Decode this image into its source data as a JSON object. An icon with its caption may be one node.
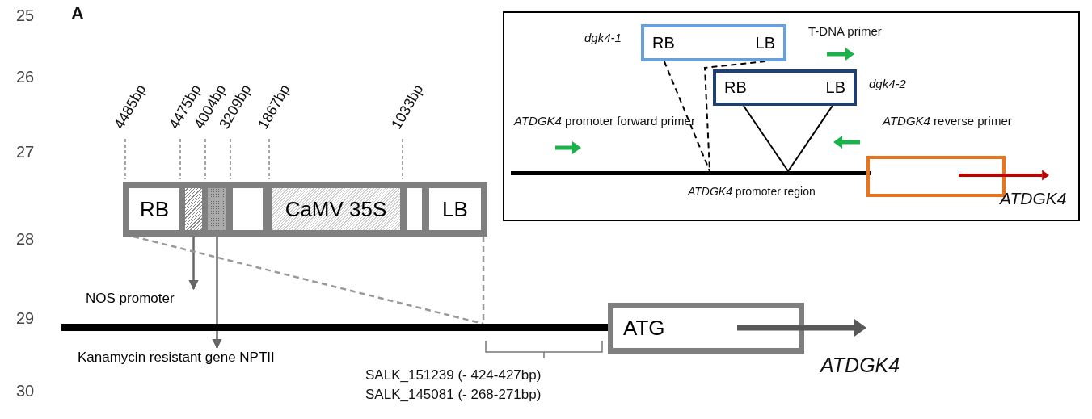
{
  "diagram": {
    "nodes": [
      {
        "text": [],
        "shape": "box"
      },
      {
        "text": [
          "RB"
        ],
        "in": 0
      },
      {
        "text": [],
        "shape": "box",
        "in": 0
      },
      {
        "text": [],
        "shape": "box",
        "in": 0
      },
      {
        "text": [],
        "shape": "box",
        "in": 0
      },
      {
        "text": [
          "CaMV 35S"
        ],
        "in": 0
      },
      {
        "text": [],
        "shape": "box",
        "in": 0
      },
      {
        "text": [
          "LB"
        ],
        "in": 0
      },
      {
        "text": [
          "NOS promoter"
        ]
      },
      {
        "text": [
          "Kanamycin resistant gene NPTII"
        ]
      },
      {
        "text": [],
        "shape": "bar"
      },
      {
        "text": [
          "ATG"
        ]
      },
      {
        "text": [],
        "shape": "box"
      },
      {
        "text": [
          "RB",
          "LB"
        ],
        "beside": [
          "dgk4-1"
        ],
        "in": 12
      },
      {
        "text": [
          "RB",
          "LB"
        ],
        "beside": [
          "dgk4-2"
        ],
        "in": 12
      },
      {
        "text": [],
        "shape": "bar",
        "in": 12
      },
      {
        "text": [],
        "shape": "box",
        "in": 12
      }
    ],
    "edges": [
      {
        "from": 2,
        "to": 8,
        "arrow": "to",
        "color": "#666666"
      },
      {
        "from": 3,
        "to": 9,
        "arrow": "to",
        "color": "#666666"
      },
      {
        "from": 0,
        "to": 10,
        "arrow": "none",
        "style": "dashed",
        "color": "#999999"
      },
      {
        "from": 0,
        "to": 10,
        "arrow": "none",
        "style": "dashed",
        "color": "#999999"
      },
      {
        "from": 13,
        "to": 15,
        "arrow": "none",
        "style": "dashed",
        "color": "#000000"
      },
      {
        "from": 13,
        "to": 15,
        "arrow": "none",
        "style": "dashed",
        "color": "#000000"
      },
      {
        "from": 14,
        "to": 15,
        "arrow": "none",
        "color": "#000000"
      },
      {
        "from": 14,
        "to": 15,
        "arrow": "none",
        "color": "#000000"
      }
    ],
    "labels": [
      "25",
      "A",
      "T-DNA primer",
      "26",
      "4485bp",
      "4475bp",
      "4004bp",
      "3209bp",
      "1867bp",
      "1033bp",
      "*ATDGK4* promoter forward primer",
      "*ATDGK4* reverse primer",
      "27",
      "*ATDGK4* promoter region",
      "ATDGK4",
      "28",
      "29",
      "ATDGK4",
      "SALK_151239 (- 424-427bp)",
      "30",
      "SALK_145081 (- 268-271bp)"
    ]
  }
}
